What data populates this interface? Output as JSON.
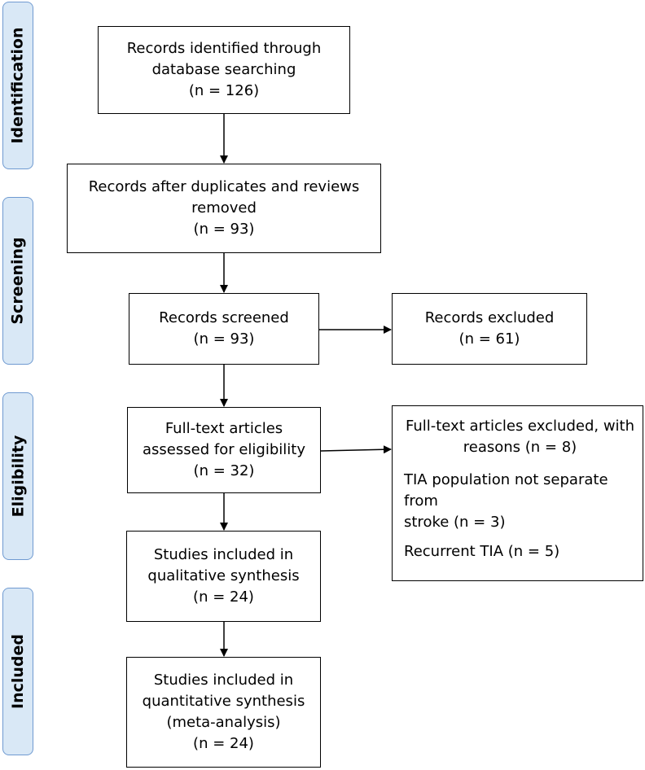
{
  "phases": {
    "identification": "Identification",
    "screening": "Screening",
    "eligibility": "Eligibility",
    "included": "Included"
  },
  "boxes": {
    "identified": {
      "line1": "Records identified through",
      "line2": "database searching",
      "count": "(n = 126)"
    },
    "after_duplicates": {
      "line1": "Records after duplicates and reviews",
      "line2": "removed",
      "count": "(n = 93)"
    },
    "screened": {
      "line1": "Records screened",
      "count": "(n = 93)"
    },
    "excluded": {
      "line1": "Records excluded",
      "count": "(n = 61)"
    },
    "fulltext_assessed": {
      "line1": "Full-text articles",
      "line2": "assessed for eligibility",
      "count": "(n = 32)"
    },
    "fulltext_excluded": {
      "line1": "Full-text articles excluded, with",
      "line2": "reasons (n = 8)",
      "reason1_line1": "TIA population not separate from",
      "reason1_line2": "stroke (n = 3)",
      "reason2": "Recurrent TIA (n = 5)"
    },
    "qualitative": {
      "line1": "Studies included in",
      "line2": "qualitative synthesis",
      "count": "(n = 24)"
    },
    "quantitative": {
      "line1": "Studies included in",
      "line2": "quantitative synthesis",
      "line3": "(meta-analysis)",
      "count": "(n = 24)"
    }
  }
}
